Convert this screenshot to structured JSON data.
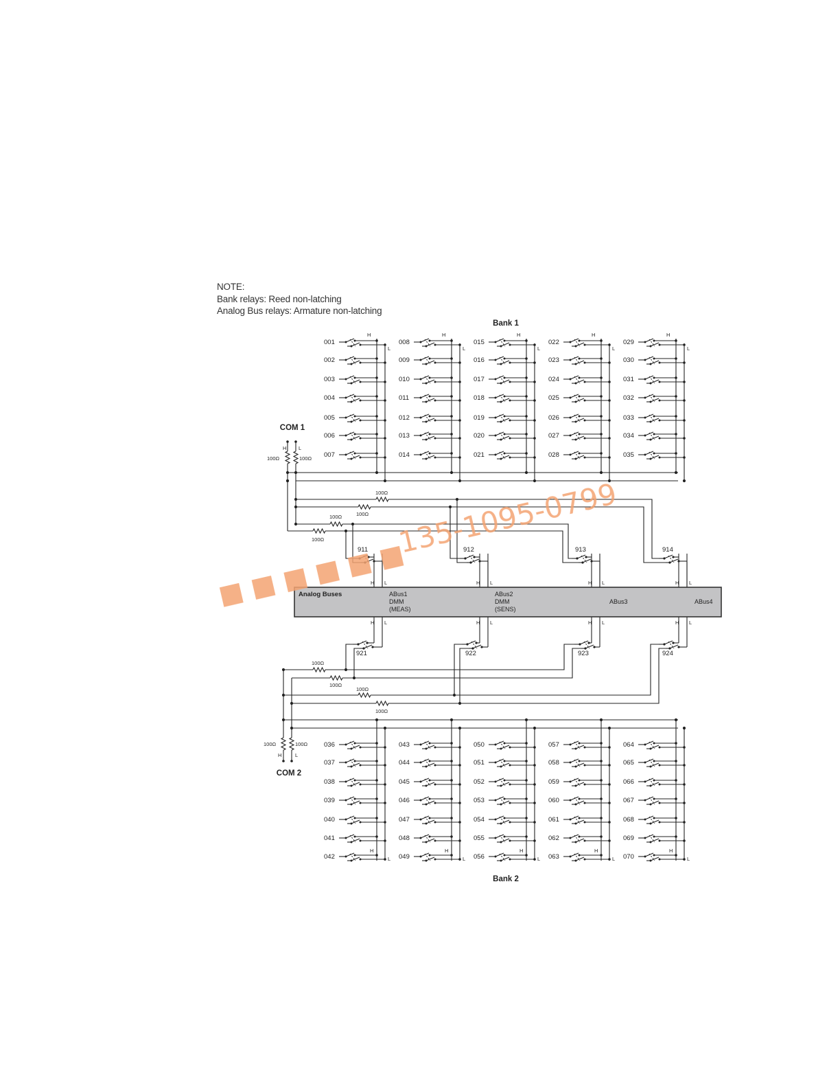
{
  "note": {
    "heading": "NOTE:",
    "line1": "Bank relays: Reed non-latching",
    "line2": "Analog Bus relays: Armature non-latching"
  },
  "bank1": {
    "title": "Bank 1",
    "columns": [
      [
        "001",
        "002",
        "003",
        "004",
        "005",
        "006",
        "007"
      ],
      [
        "008",
        "009",
        "010",
        "011",
        "012",
        "013",
        "014"
      ],
      [
        "015",
        "016",
        "017",
        "018",
        "019",
        "020",
        "021"
      ],
      [
        "022",
        "023",
        "024",
        "025",
        "026",
        "027",
        "028"
      ],
      [
        "029",
        "030",
        "031",
        "032",
        "033",
        "034",
        "035"
      ]
    ]
  },
  "bank2": {
    "title": "Bank 2",
    "columns": [
      [
        "036",
        "037",
        "038",
        "039",
        "040",
        "041",
        "042"
      ],
      [
        "043",
        "044",
        "045",
        "046",
        "047",
        "048",
        "049"
      ],
      [
        "050",
        "051",
        "052",
        "053",
        "054",
        "055",
        "056"
      ],
      [
        "057",
        "058",
        "059",
        "060",
        "061",
        "062",
        "063"
      ],
      [
        "064",
        "065",
        "066",
        "067",
        "068",
        "069",
        "070"
      ]
    ]
  },
  "com1": {
    "title": "COM 1",
    "h": "H",
    "l": "L",
    "res_h": "100Ω",
    "res_l": "100Ω"
  },
  "com2": {
    "title": "COM 2",
    "h": "H",
    "l": "L",
    "res_h": "100Ω",
    "res_l": "100Ω"
  },
  "marks": {
    "h": "H",
    "l": "L",
    "resistor": "100Ω"
  },
  "analog_buses": {
    "title": "Analog Buses",
    "bus1": [
      "ABus1",
      "DMM",
      "(MEAS)"
    ],
    "bus2": [
      "ABus2",
      "DMM",
      "(SENS)"
    ],
    "bus3": "ABus3",
    "bus4": "ABus4"
  },
  "relays_top": [
    "911",
    "912",
    "913",
    "914"
  ],
  "relays_bottom": [
    "921",
    "922",
    "923",
    "924"
  ],
  "watermark": "135-1095-0799",
  "colors": {
    "bus_fill": "#c3c3c5",
    "line": "#222222",
    "watermark": "#f4a372"
  }
}
